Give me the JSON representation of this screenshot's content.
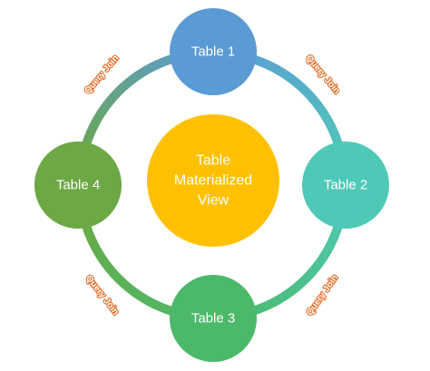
{
  "center": {
    "label_lines": [
      "Table",
      "Materialized",
      "View"
    ],
    "color": "#FFC000"
  },
  "nodes": [
    {
      "id": "table-1",
      "label": "Table 1",
      "color": "#5B9BD5"
    },
    {
      "id": "table-2",
      "label": "Table 2",
      "color": "#4FC9B7"
    },
    {
      "id": "table-3",
      "label": "Table 3",
      "color": "#4CB96A"
    },
    {
      "id": "table-4",
      "label": "Table 4",
      "color": "#6CA843"
    }
  ],
  "edges": [
    {
      "from": "table-1",
      "to": "table-2",
      "label": "Query Join",
      "color": "#5B9BD5"
    },
    {
      "from": "table-2",
      "to": "table-3",
      "label": "Query Join",
      "color": "#4FC9B7"
    },
    {
      "from": "table-3",
      "to": "table-4",
      "label": "Query Join",
      "color": "#4CB96A"
    },
    {
      "from": "table-4",
      "to": "table-1",
      "label": "Query Join",
      "color": "#6CA843"
    }
  ],
  "edge_label_style": {
    "fill_color": "#FFFFFF",
    "outline_color": "#E36C24"
  }
}
